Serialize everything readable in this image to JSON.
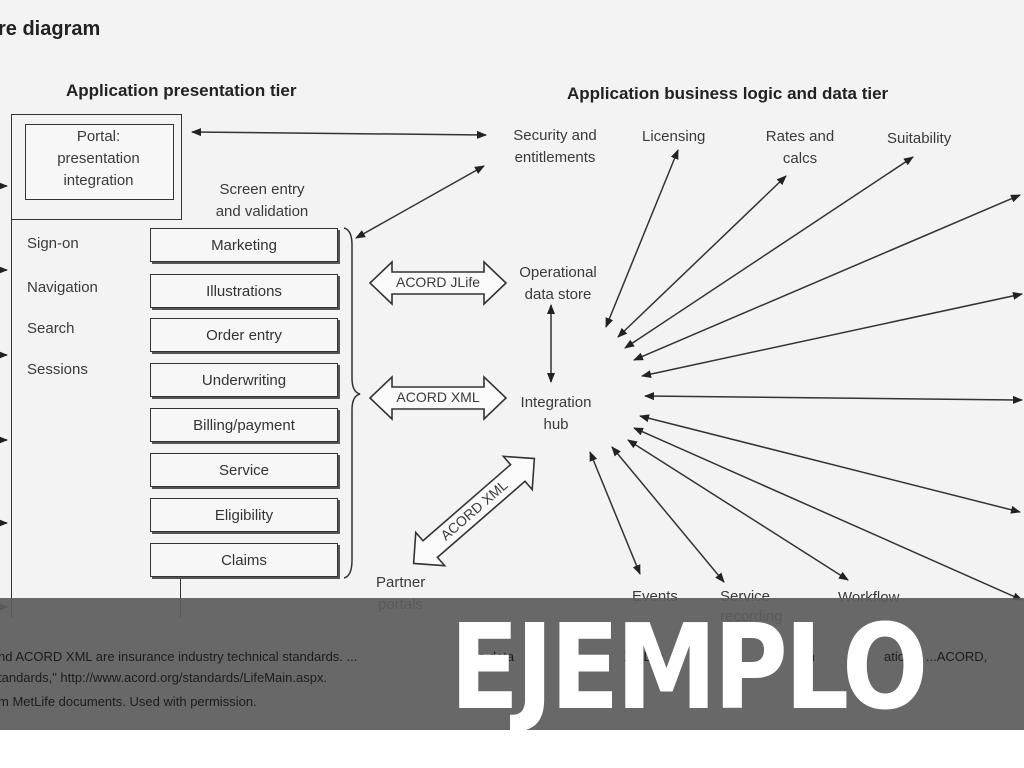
{
  "title": "re diagram",
  "headings": {
    "presentation": "Application presentation tier",
    "business": "Application business logic and data tier"
  },
  "portal": {
    "line1": "Portal:",
    "line2": "presentation",
    "line3": "integration"
  },
  "screen_entry": {
    "line1": "Screen entry",
    "line2": "and validation"
  },
  "left_items": [
    "Sign-on",
    "Navigation",
    "Search",
    "Sessions"
  ],
  "screens": [
    "Marketing",
    "Illustrations",
    "Order entry",
    "Underwriting",
    "Billing/payment",
    "Service",
    "Eligibility",
    "Claims"
  ],
  "acord": {
    "jlife": "ACORD JLife",
    "xml": "ACORD XML",
    "xml_diag": "ACORD XML"
  },
  "security": {
    "line1": "Security and",
    "line2": "entitlements"
  },
  "ods": {
    "line1": "Operational",
    "line2": "data store"
  },
  "hub": {
    "line1": "Integration",
    "line2": "hub"
  },
  "partner": {
    "line1": "Partner",
    "line2": "portals"
  },
  "top_services": {
    "licensing": "Licensing",
    "rates_line1": "Rates and",
    "rates_line2": "calcs",
    "suitability": "Suitability"
  },
  "bottom_services": {
    "events": "Events",
    "service_line1": "Service",
    "service_line2": "recording",
    "workflow": "Workflow"
  },
  "footnotes": {
    "line1_a": "nd ACORD XML are insurance industry technical standards. ...",
    "line1_b": "a data",
    "line1_c": "XML is",
    "line1_d": "r m",
    "line1_e": "ations. ...ACORD,",
    "line2": "tandards,\" http://www.acord.org/standards/LifeMain.aspx.",
    "line3": "m MetLife documents. Used with permission."
  },
  "banner": "EJEMPLO"
}
